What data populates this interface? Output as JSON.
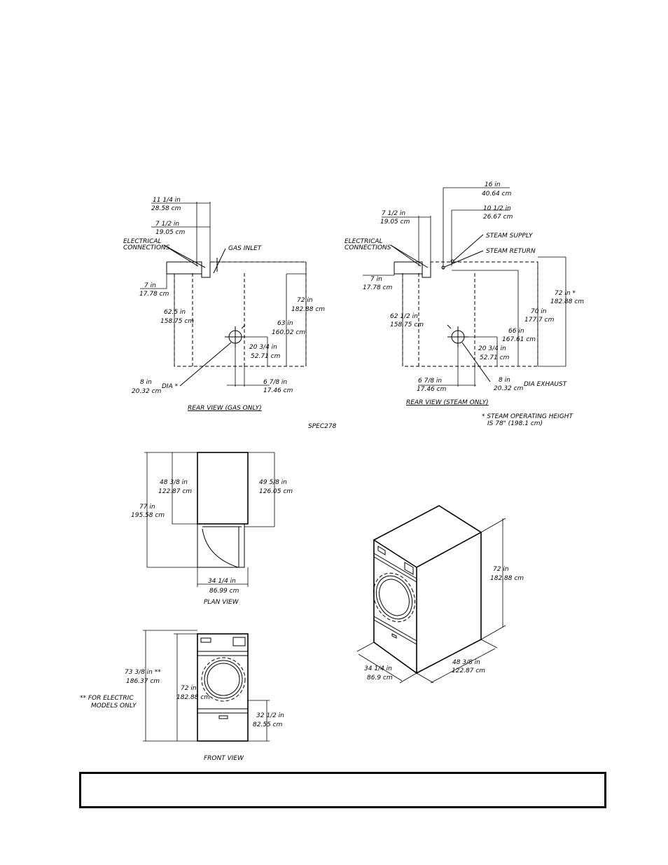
{
  "spec_code": "SPEC278",
  "footnote_steam": [
    "* STEAM OPERATING HEIGHT",
    "IS 78\" (198.1 cm)"
  ],
  "footnote_electric": [
    "** FOR ELECTRIC",
    "MODELS ONLY"
  ],
  "rear_gas": {
    "title": "REAR VIEW (GAS ONLY)",
    "electrical": [
      "ELECTRICAL",
      "CONNECTIONS"
    ],
    "gas_inlet": "GAS INLET",
    "dia": "DIA *",
    "dims": {
      "d1": [
        "11 1/4 in",
        "28.58 cm"
      ],
      "d2": [
        "7 1/2 in",
        "19.05 cm"
      ],
      "d3": [
        "7 in",
        "17.78 cm"
      ],
      "d4": [
        "62.5 in",
        "158.75 cm"
      ],
      "d5": [
        "63 in",
        "160.02 cm"
      ],
      "d6": [
        "72 in",
        "182.88 cm"
      ],
      "d7": [
        "20 3/4 in",
        "52.71 cm"
      ],
      "d8": [
        "6 7/8 in",
        "17.46 cm"
      ],
      "d9": [
        "8 in",
        "20.32 cm"
      ]
    }
  },
  "rear_steam": {
    "title": "REAR VIEW (STEAM ONLY)",
    "electrical": [
      "ELECTRICAL",
      "CONNECTIONS"
    ],
    "steam_supply": "STEAM SUPPLY",
    "steam_return": "STEAM RETURN",
    "dia_exhaust": "DIA EXHAUST",
    "dims": {
      "d1": [
        "16 in",
        "40.64 cm"
      ],
      "d2": [
        "10 1/2 in",
        "26.67 cm"
      ],
      "d3": [
        "7 1/2 in",
        "19.05 cm"
      ],
      "d4": [
        "7 in",
        "17.78 cm"
      ],
      "d5": [
        "62 1/2 in",
        "158.75 cm"
      ],
      "d6": [
        "72 in *",
        "182.88 cm"
      ],
      "d7": [
        "70 in",
        "177.7 cm"
      ],
      "d8": [
        "66 in",
        "167.61 cm"
      ],
      "d9": [
        "20 3/4 in",
        "52.71 cm"
      ],
      "d10": [
        "6 7/8 in",
        "17.46 cm"
      ],
      "d11": [
        "8 in",
        "20.32 cm"
      ]
    }
  },
  "plan": {
    "title": "PLAN VIEW",
    "dims": {
      "d1": [
        "48 3/8 in",
        "122.87 cm"
      ],
      "d2": [
        "49 5/8 in",
        "126.05 cm"
      ],
      "d3": [
        "77 in",
        "195.58 cm"
      ],
      "d4": [
        "34 1/4 in",
        "86.99 cm"
      ]
    }
  },
  "front": {
    "title": "FRONT VIEW",
    "dims": {
      "d1": [
        "73 3/8 in **",
        "186.37 cm"
      ],
      "d2": [
        "72 in",
        "182.88 cm"
      ],
      "d3": [
        "32 1/2 in",
        "82.55 cm"
      ]
    }
  },
  "iso": {
    "dims": {
      "d1": [
        "72 in",
        "182.88 cm"
      ],
      "d2": [
        "34 1/4 in",
        "86.9 cm"
      ],
      "d3": [
        "48 3/8 in",
        "122.87 cm"
      ]
    }
  }
}
